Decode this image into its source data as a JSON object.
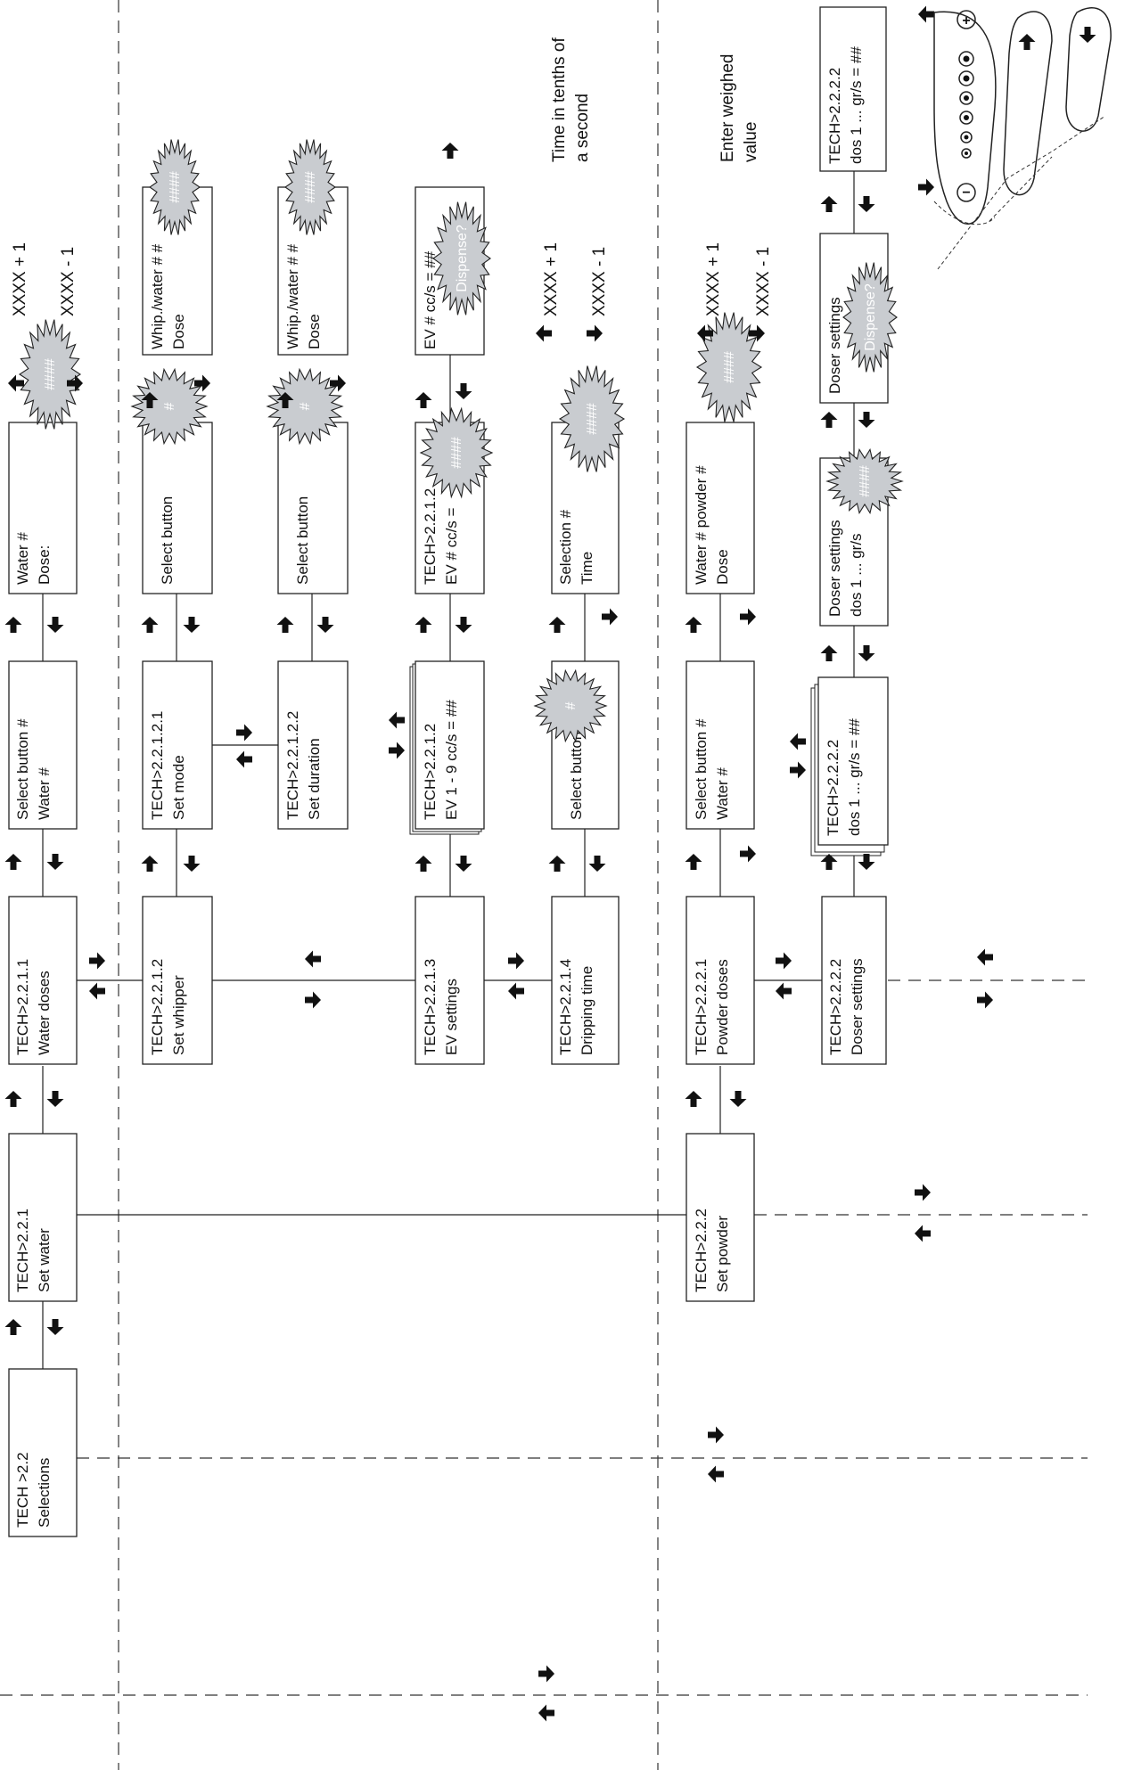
{
  "boxes": {
    "tech22": [
      "TECH >2.2",
      "Selections"
    ],
    "set_water": [
      "TECH>2.2.1",
      "Set water"
    ],
    "water_doses": [
      "TECH>2.2.1.1",
      "Water doses"
    ],
    "select_water": [
      "Select button  #",
      "Water #"
    ],
    "water_dose": [
      "Water #",
      "Dose:"
    ],
    "set_whipper": [
      "TECH>2.2.1.2",
      "Set whipper"
    ],
    "set_mode": [
      "TECH>2.2.1.2.1",
      "Set mode"
    ],
    "select_mode": [
      "Select button"
    ],
    "whip_mode": [
      "Whip./water  #  #",
      "Dose"
    ],
    "set_duration": [
      "TECH>2.2.1.2.2",
      "Set duration"
    ],
    "select_duration": [
      "Select button"
    ],
    "whip_duration": [
      "Whip./water  #  #",
      "Dose"
    ],
    "ev_settings": [
      "TECH>2.2.1.3",
      "EV settings"
    ],
    "ev_list": [
      "TECH>2.2.1.2",
      "EV 1 - 9  cc/s = ##"
    ],
    "ev_value": [
      "TECH>2.2.1.2",
      "EV #  cc/s ="
    ],
    "ev_dispense": [
      "EV #  cc/s = ##"
    ],
    "dripping": [
      "TECH>2.2.1.4",
      "Dripping time"
    ],
    "select_drip": [
      "Select button"
    ],
    "drip_time": [
      "Selection  #",
      "Time"
    ],
    "set_powder": [
      "TECH>2.2.2",
      "Set powder"
    ],
    "powder_doses": [
      "TECH>2.2.2.1",
      "Powder doses"
    ],
    "select_powder": [
      "Select button  #",
      "Water #"
    ],
    "powder_dose": [
      "Water #       powder #",
      "Dose"
    ],
    "doser_settings": [
      "TECH>2.2.2.2",
      "Doser settings"
    ],
    "doser_list": [
      "TECH>2.2.2.2",
      "dos 1 ...  gr/s = ##"
    ],
    "doser_value": [
      "Doser settings",
      "dos 1 ...  gr/s"
    ],
    "doser_dispense": [
      "Doser settings"
    ],
    "doser_result": [
      "TECH>2.2.2.2",
      "dos 1 ...  gr/s = ##"
    ]
  },
  "burst_labels": {
    "value": "####",
    "button": "#",
    "dispense": "Dispense?"
  },
  "notes": {
    "water_plus": "XXXX + 1",
    "water_minus": "XXXX - 1",
    "drip_plus": "XXXX + 1",
    "drip_minus": "XXXX - 1",
    "powder_plus": "XXXX + 1",
    "powder_minus": "XXXX - 1",
    "drip_hint_1": "Time in tenths of",
    "drip_hint_2": "a second",
    "powder_hint_1": "Enter weighed",
    "powder_hint_2": "value"
  },
  "keyboard": {
    "keys": [
      "plus-key",
      "minus-key",
      "up-key",
      "down-key"
    ],
    "button_count": 6
  },
  "colors": {
    "burst_fill": "#c9ccd0",
    "ink": "#111111"
  },
  "icons": [
    "arrow-up-icon",
    "arrow-down-icon",
    "arrow-left-icon",
    "arrow-right-icon",
    "starburst-icon"
  ]
}
